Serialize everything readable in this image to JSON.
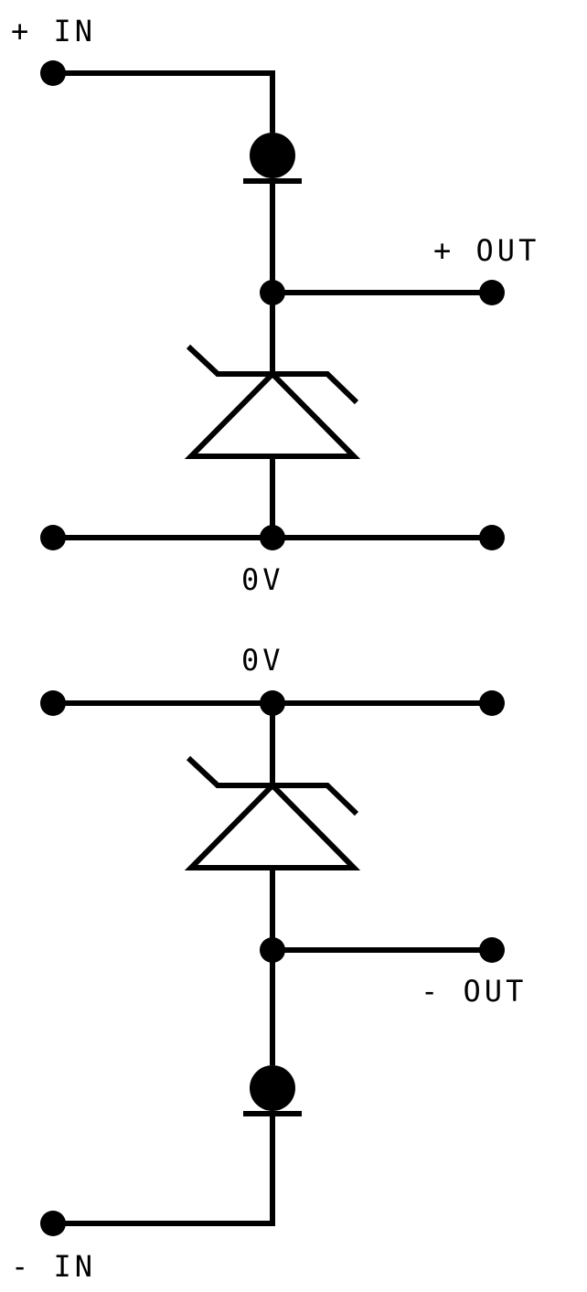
{
  "labels": {
    "plus_in": "+ IN",
    "plus_out": "+  OUT",
    "zero_v_top": "0V",
    "zero_v_bottom": "0V",
    "minus_out": "-  OUT",
    "minus_in": "-  IN"
  },
  "colors": {
    "stroke": "#000000",
    "background": "#ffffff"
  }
}
